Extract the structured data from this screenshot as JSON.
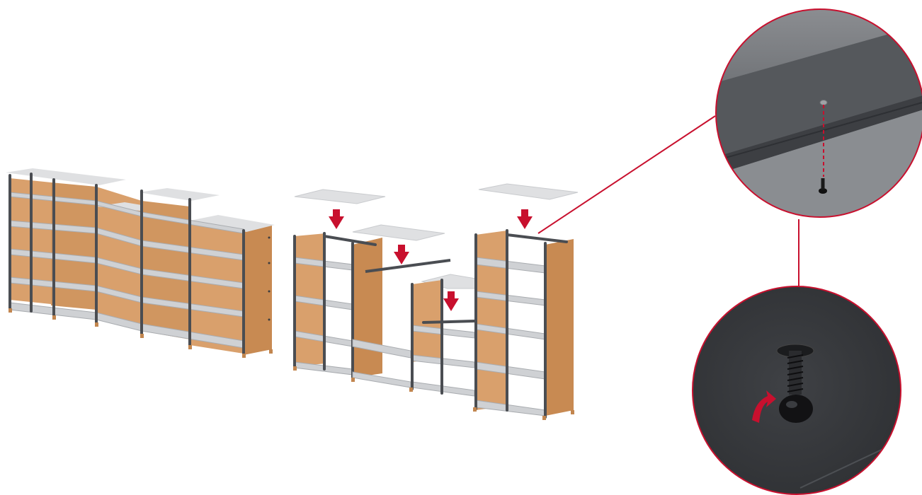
{
  "diagram": {
    "kind": "assembly-instruction",
    "text_labels": [],
    "colors": {
      "background": "#ffffff",
      "frame": "#4a4d52",
      "wood": "#d9a06c",
      "wood_dark": "#c2864f",
      "shelf": "#d2d4d7",
      "shelf_top": "#e4e5e7",
      "accent": "#c8102e",
      "detail_dark": "#3a3c40"
    },
    "icons": [
      "down-arrow-icon",
      "rotate-arrow-icon",
      "screw-icon",
      "magnify-callout-icon"
    ],
    "steps": [
      {
        "id": "assembled-unit",
        "description_visible": false
      },
      {
        "id": "exploded-unit-with-top-panels",
        "description_visible": false
      },
      {
        "id": "detail-screw-hole",
        "description_visible": false
      },
      {
        "id": "detail-screw-fastening",
        "description_visible": false
      }
    ]
  }
}
